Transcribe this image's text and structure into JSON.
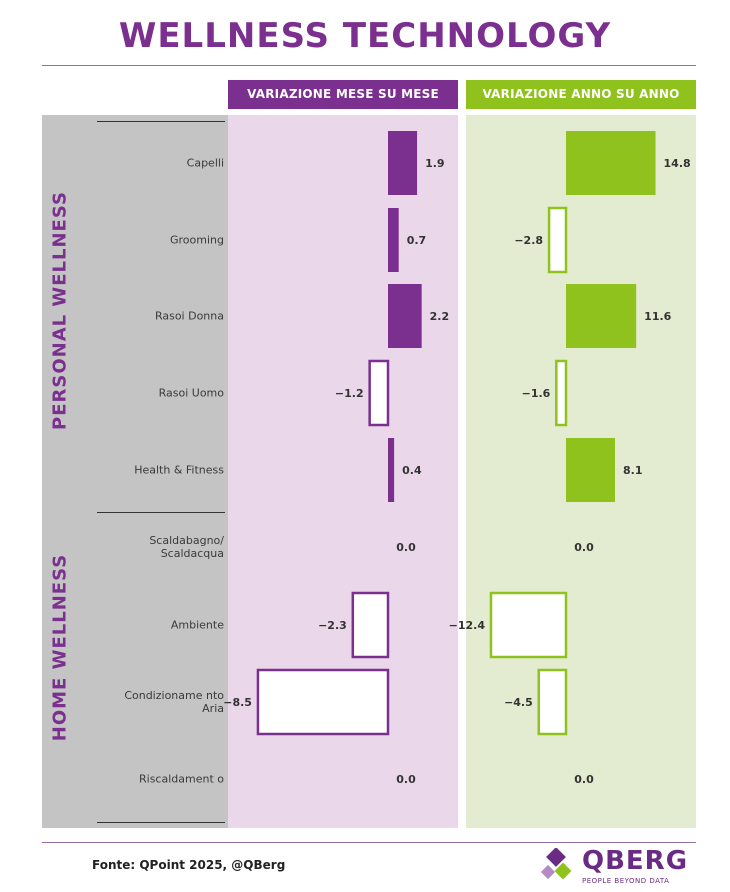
{
  "title": "WELLNESS TECHNOLOGY",
  "headers": {
    "mom": "VARIAZIONE MESE SU MESE",
    "yoy": "VARIAZIONE ANNO SU ANNO"
  },
  "groups": {
    "personal": "PERSONAL WELLNESS",
    "home": "HOME WELLNESS"
  },
  "colors": {
    "purple": "#7b2f8e",
    "purple_bg": "#ead8ea",
    "green": "#8fc21d",
    "green_bg": "#e3ecd0",
    "gray_bg": "#c4c4c4"
  },
  "chart_data": [
    {
      "type": "bar",
      "title": "VARIAZIONE MESE SU MESE",
      "orientation": "horizontal",
      "categories": [
        "Capelli",
        "Grooming",
        "Rasoi Donna",
        "Rasoi Uomo",
        "Health & Fitness",
        "Scaldabagno/ Scaldacqua",
        "Ambiente",
        "Condizioname nto Aria",
        "Riscaldament o"
      ],
      "values": [
        1.9,
        0.7,
        2.2,
        -1.2,
        0.4,
        0.0,
        -2.3,
        -8.5,
        0.0
      ],
      "labels": [
        "1.9",
        "0.7",
        "2.2",
        "−1.2",
        "0.4",
        "0.0",
        "−2.3",
        "−8.5",
        "0.0"
      ],
      "color": "#7b2f8e"
    },
    {
      "type": "bar",
      "title": "VARIAZIONE ANNO SU ANNO",
      "orientation": "horizontal",
      "categories": [
        "Capelli",
        "Grooming",
        "Rasoi Donna",
        "Rasoi Uomo",
        "Health & Fitness",
        "Scaldabagno/ Scaldacqua",
        "Ambiente",
        "Condizioname nto Aria",
        "Riscaldament o"
      ],
      "values": [
        14.8,
        -2.8,
        11.6,
        -1.6,
        8.1,
        0.0,
        -12.4,
        -4.5,
        0.0
      ],
      "labels": [
        "14.8",
        "−2.8",
        "11.6",
        "−1.6",
        "8.1",
        "0.0",
        "−12.4",
        "−4.5",
        "0.0"
      ],
      "color": "#8fc21d"
    }
  ],
  "footer": {
    "source": "Fonte: QPoint 2025, @QBerg",
    "logo": "QBERG",
    "tagline": "PEOPLE BEYOND DATA"
  }
}
